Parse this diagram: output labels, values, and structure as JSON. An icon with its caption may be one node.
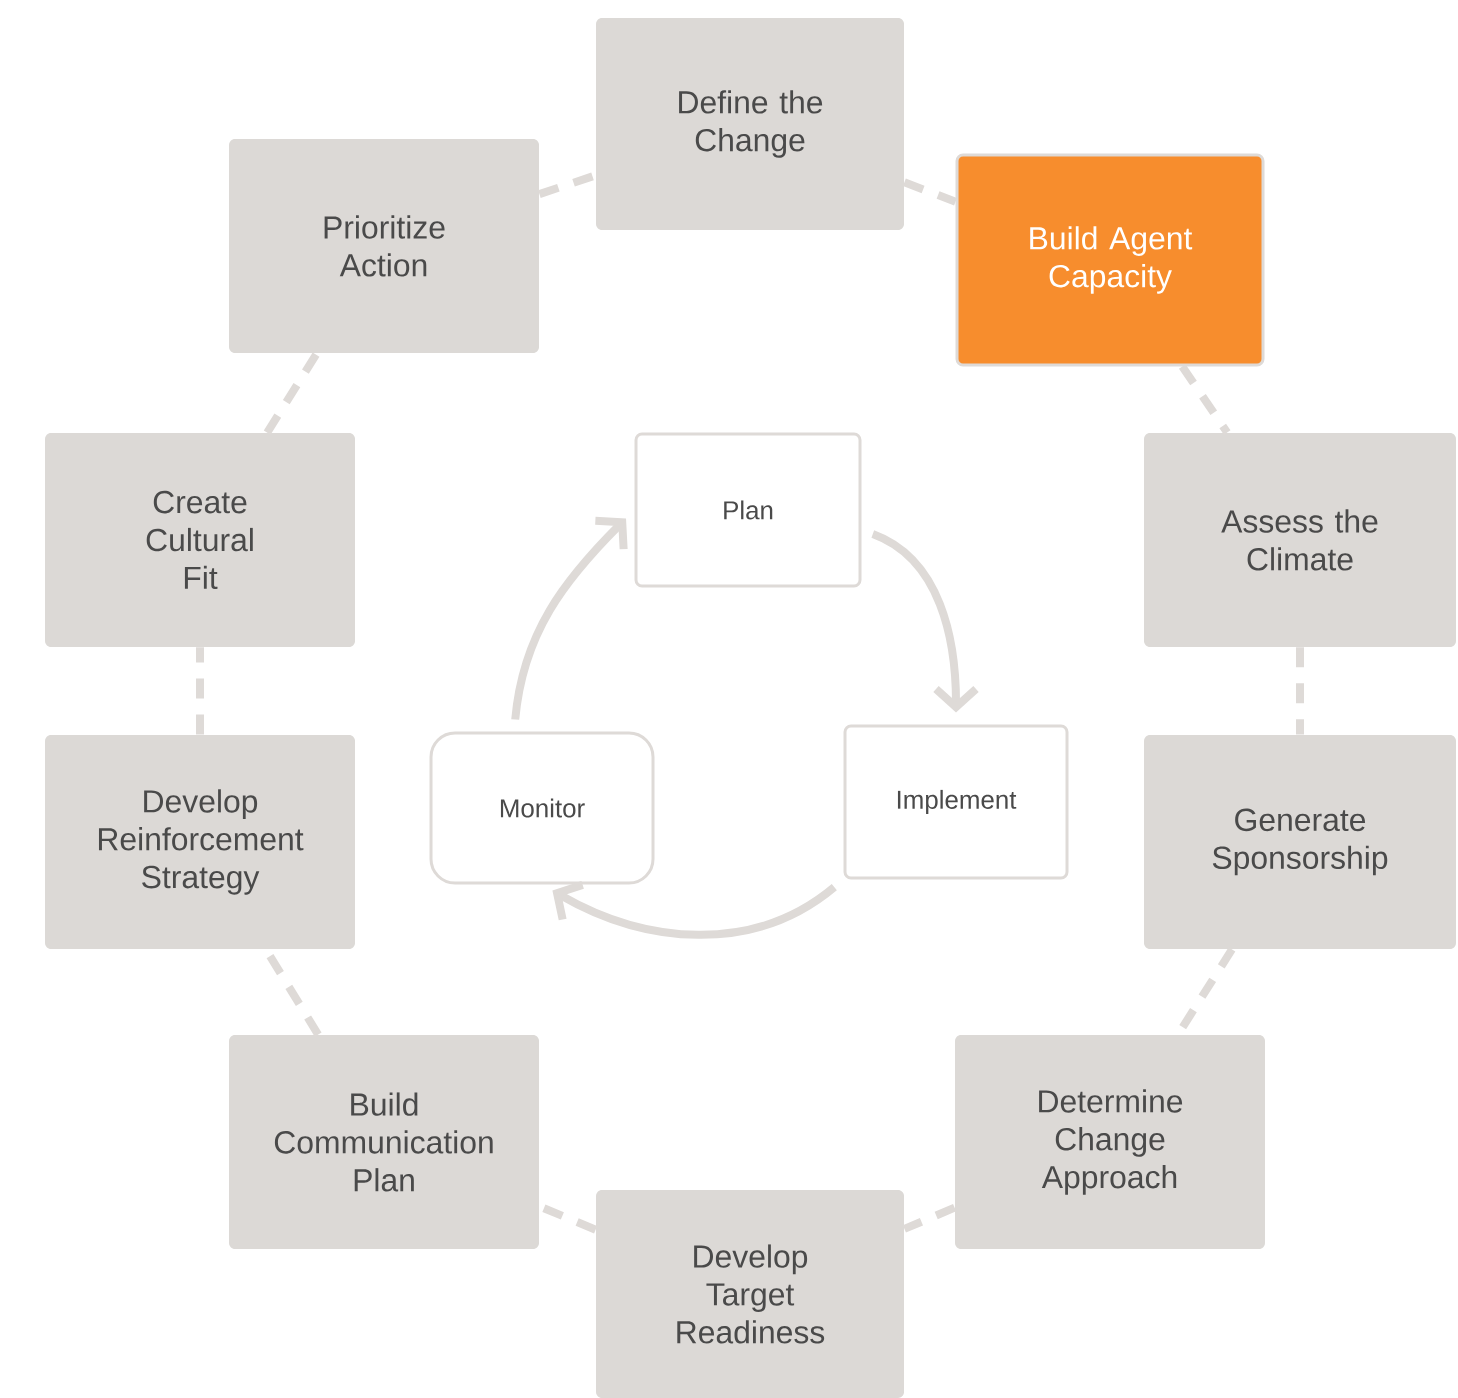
{
  "diagram": {
    "nodes": [
      {
        "text": [
          "Define the Change"
        ]
      },
      {
        "text": [
          "Build Agent Capacity"
        ]
      },
      {
        "text": [
          "Assess the Climate"
        ]
      },
      {
        "text": [
          "Generate Sponsorship"
        ]
      },
      {
        "text": [
          "Determine Change Approach"
        ]
      },
      {
        "text": [
          "Develop Target Readiness"
        ]
      },
      {
        "text": [
          "Build Communication Plan"
        ]
      },
      {
        "text": [
          "Develop Reinforcement Strategy"
        ]
      },
      {
        "text": [
          "Create Cultural Fit"
        ]
      },
      {
        "text": [
          "Prioritize Action"
        ]
      },
      {
        "text": [
          "Plan"
        ]
      },
      {
        "text": [
          "Implement"
        ]
      },
      {
        "text": [
          "Monitor"
        ]
      }
    ],
    "edges": [
      {
        "from": 0,
        "to": 1,
        "arrow": "none",
        "style": "dashed"
      },
      {
        "from": 1,
        "to": 2,
        "arrow": "none",
        "style": "dashed"
      },
      {
        "from": 2,
        "to": 3,
        "arrow": "none",
        "style": "dashed"
      },
      {
        "from": 3,
        "to": 4,
        "arrow": "none",
        "style": "dashed"
      },
      {
        "from": 4,
        "to": 5,
        "arrow": "none",
        "style": "dashed"
      },
      {
        "from": 5,
        "to": 6,
        "arrow": "none",
        "style": "dashed"
      },
      {
        "from": 6,
        "to": 7,
        "arrow": "none",
        "style": "dashed"
      },
      {
        "from": 7,
        "to": 8,
        "arrow": "none",
        "style": "dashed"
      },
      {
        "from": 8,
        "to": 9,
        "arrow": "none",
        "style": "dashed"
      },
      {
        "from": 9,
        "to": 0,
        "arrow": "none",
        "style": "dashed"
      },
      {
        "from": 10,
        "to": 11,
        "arrow": "to"
      },
      {
        "from": 11,
        "to": 12,
        "arrow": "to"
      },
      {
        "from": 12,
        "to": 10,
        "arrow": "to"
      }
    ]
  }
}
